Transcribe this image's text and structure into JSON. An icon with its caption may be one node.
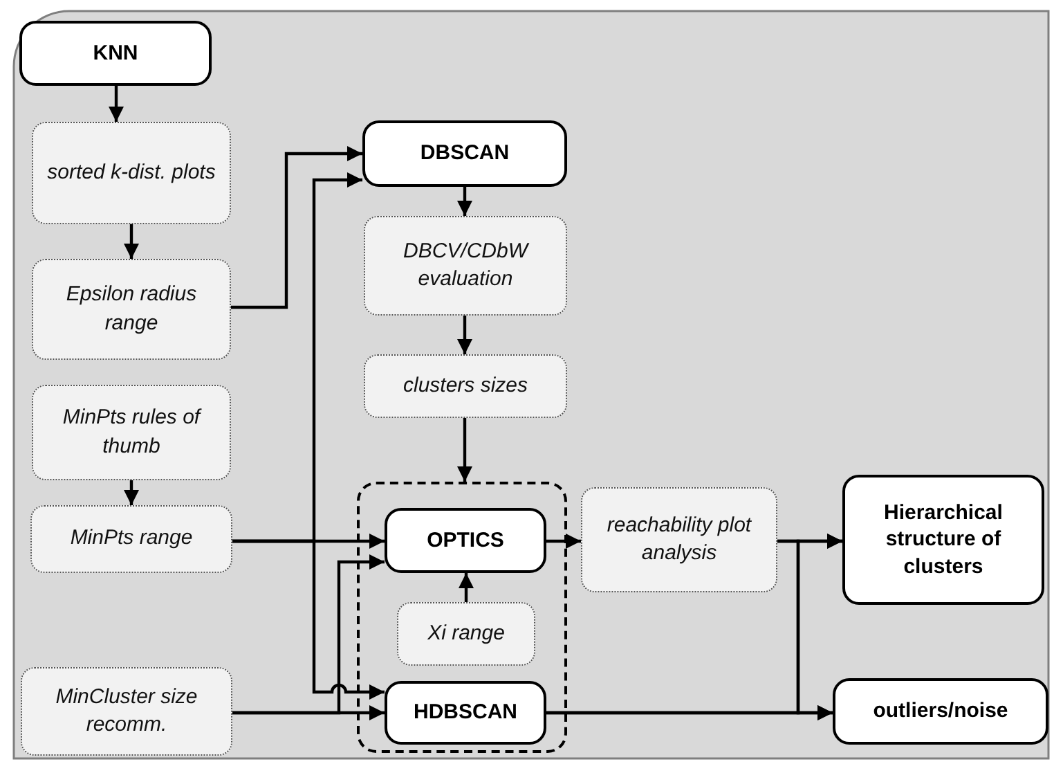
{
  "diagram": {
    "nodes": [
      {
        "text": [
          "KNN"
        ]
      },
      {
        "text": [
          "sorted k-dist. plots"
        ]
      },
      {
        "text": [
          "Epsilon radius range"
        ]
      },
      {
        "text": [
          "DBSCAN"
        ]
      },
      {
        "text": [
          "DBCV/CDbW evaluation"
        ]
      },
      {
        "text": [
          "clusters sizes"
        ]
      },
      {
        "text": [
          "MinPts rules of thumb"
        ]
      },
      {
        "text": [
          "MinPts range"
        ]
      },
      {
        "text": [],
        "shape": "box"
      },
      {
        "text": [
          "OPTICS"
        ],
        "in": 8
      },
      {
        "text": [
          "Xi range"
        ],
        "in": 8
      },
      {
        "text": [
          "MinCluster size recomm."
        ]
      },
      {
        "text": [
          "HDBSCAN"
        ],
        "in": 8
      },
      {
        "text": [
          "reachability plot analysis"
        ]
      },
      {
        "text": [
          "Hierarchical structure of clusters"
        ]
      },
      {
        "text": [
          "outliers/noise"
        ]
      }
    ],
    "edges": [
      {
        "from": 0,
        "to": 1,
        "arrow": "to"
      },
      {
        "from": 1,
        "to": 2,
        "arrow": "to"
      },
      {
        "from": 2,
        "to": 3,
        "arrow": "to"
      },
      {
        "from": 7,
        "to": 3,
        "arrow": "to"
      },
      {
        "from": 7,
        "to": 9,
        "arrow": "to"
      },
      {
        "from": 7,
        "to": 12,
        "arrow": "to"
      },
      {
        "from": 3,
        "to": 4,
        "arrow": "to"
      },
      {
        "from": 4,
        "to": 5,
        "arrow": "to"
      },
      {
        "from": 5,
        "to": 8,
        "arrow": "to"
      },
      {
        "from": 6,
        "to": 7,
        "arrow": "to"
      },
      {
        "from": 11,
        "to": 12,
        "arrow": "to"
      },
      {
        "from": 11,
        "to": 9,
        "arrow": "to"
      },
      {
        "from": 10,
        "to": 9,
        "arrow": "to"
      },
      {
        "from": 9,
        "to": 13,
        "arrow": "to"
      },
      {
        "from": 13,
        "to": 14,
        "arrow": "to"
      },
      {
        "from": 13,
        "to": 15,
        "arrow": "to"
      },
      {
        "from": 12,
        "to": 15,
        "arrow": "to"
      },
      {
        "from": 12,
        "to": 14,
        "arrow": "to"
      }
    ]
  }
}
